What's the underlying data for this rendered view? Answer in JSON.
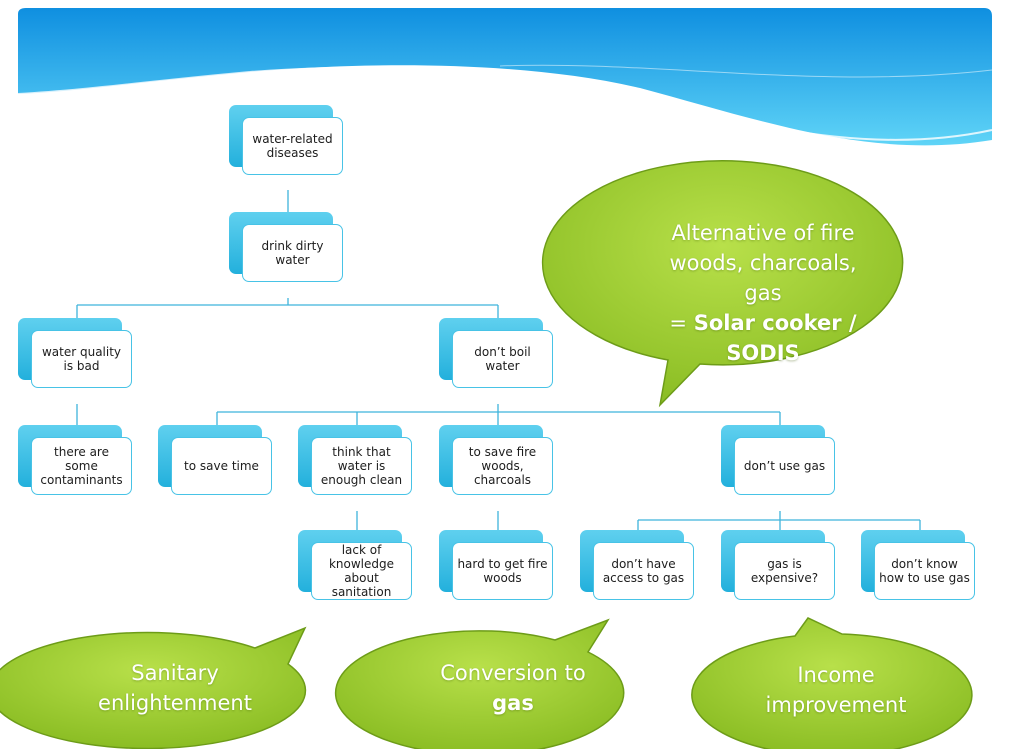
{
  "diagram": {
    "nodes": {
      "n1": "water-related diseases",
      "n2": "drink dirty water",
      "n3": "water quality is bad",
      "n4": "don’t boil water",
      "n5": "there are some contaminants",
      "n6": "to save time",
      "n7": "think that water is enough clean",
      "n8": "to save fire woods, charcoals",
      "n9": "don’t use gas",
      "n10": "lack of knowledge about sanitation",
      "n11": "hard to get fire woods",
      "n12": "don’t have access to gas",
      "n13": "gas is expensive?",
      "n14": "don’t know how to use gas"
    },
    "callouts": {
      "solar": {
        "line1": "Alternative of fire",
        "line2": "woods, charcoals,",
        "line3": "gas",
        "prefix": "= ",
        "bold1": "Solar cooker /",
        "bold2": "SODIS"
      },
      "sanitary": {
        "line1": "Sanitary",
        "line2": "enlightenment"
      },
      "conversion": {
        "line1": "Conversion to",
        "bold": "gas"
      },
      "income": {
        "line1": "Income",
        "line2": "improvement"
      }
    },
    "colors": {
      "node_accent": "#23b0dc",
      "callout_green": "#9acd32",
      "banner_blue": "#1aa3e8"
    }
  }
}
